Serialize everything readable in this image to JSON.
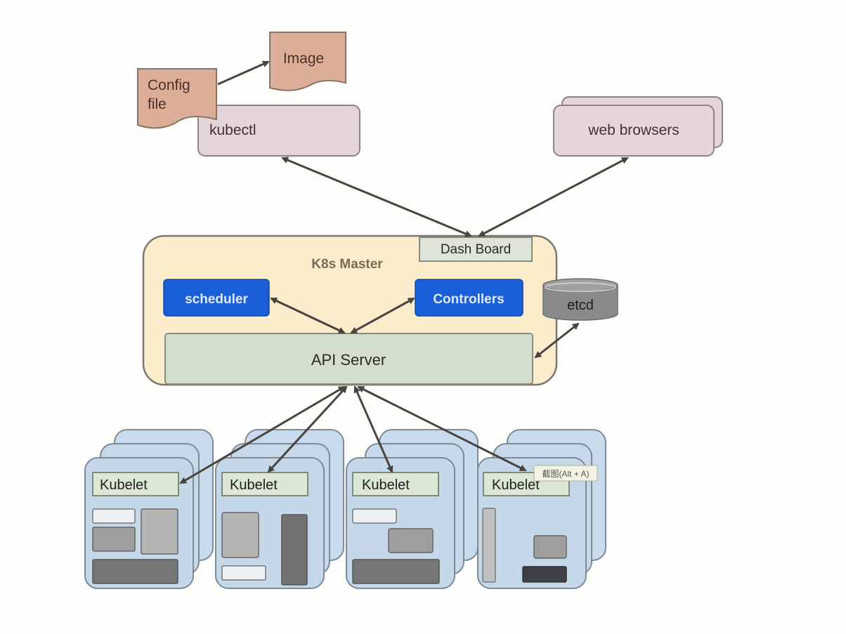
{
  "diagram": {
    "title": "Kubernetes architecture",
    "client_side": {
      "config_file": {
        "line1": "Config",
        "line2": "file"
      },
      "image": "Image",
      "kubectl": "kubectl",
      "web_browsers": "web browsers"
    },
    "master": {
      "title": "K8s Master",
      "dashboard": "Dash Board",
      "scheduler": "scheduler",
      "controllers": "Controllers",
      "api_server": "API Server",
      "etcd": "etcd"
    },
    "nodes": [
      {
        "label": "Kubelet"
      },
      {
        "label": "Kubelet"
      },
      {
        "label": "Kubelet"
      },
      {
        "label": "Kubelet"
      }
    ],
    "tooltip": "截图(Alt + A)",
    "colors": {
      "document": "#dcae98",
      "client_box": "#e4d3d8",
      "master_bg": "#fbeccb",
      "component_blue": "#1a5fd8",
      "api_server": "#d3dfcb",
      "etcd": "#8a8a8a",
      "node_bg": "#c4d8ea",
      "kubelet_bg": "#dce8d3",
      "arrow": "#4a4440"
    },
    "connections": [
      {
        "from": "Config file",
        "to": "Image"
      },
      {
        "from": "kubectl",
        "to": "Dash Board",
        "bidirectional": true
      },
      {
        "from": "web browsers",
        "to": "Dash Board",
        "bidirectional": true
      },
      {
        "from": "scheduler",
        "to": "API Server",
        "bidirectional": true
      },
      {
        "from": "Controllers",
        "to": "API Server",
        "bidirectional": true
      },
      {
        "from": "etcd",
        "to": "API Server",
        "bidirectional": true
      },
      {
        "from": "API Server",
        "to": "Kubelet 1",
        "bidirectional": true
      },
      {
        "from": "API Server",
        "to": "Kubelet 2",
        "bidirectional": true
      },
      {
        "from": "API Server",
        "to": "Kubelet 3",
        "bidirectional": true
      },
      {
        "from": "API Server",
        "to": "Kubelet 4",
        "bidirectional": true
      }
    ]
  }
}
